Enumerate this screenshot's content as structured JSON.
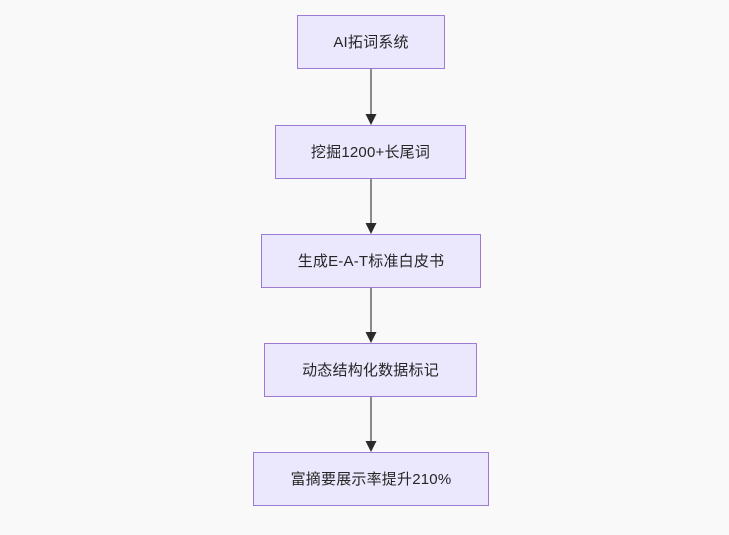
{
  "diagram": {
    "type": "flowchart",
    "direction": "top-to-bottom",
    "background_color": "#f9f9f9",
    "node_fill_color": "#ebe8fd",
    "node_border_color": "#9d7ad4",
    "node_text_color": "#262626",
    "edge_color": "#8a8a8a",
    "arrowhead_color": "#2b2b2b",
    "nodes": [
      {
        "id": "n1",
        "label": "AI拓词系统"
      },
      {
        "id": "n2",
        "label": "挖掘1200+长尾词"
      },
      {
        "id": "n3",
        "label": "生成E-A-T标准白皮书"
      },
      {
        "id": "n4",
        "label": "动态结构化数据标记"
      },
      {
        "id": "n5",
        "label": "富摘要展示率提升210%"
      }
    ],
    "edges": [
      {
        "id": "e1",
        "from": "n1",
        "to": "n2",
        "label": ""
      },
      {
        "id": "e2",
        "from": "n2",
        "to": "n3",
        "label": ""
      },
      {
        "id": "e3",
        "from": "n3",
        "to": "n4",
        "label": ""
      },
      {
        "id": "e4",
        "from": "n4",
        "to": "n5",
        "label": ""
      }
    ]
  }
}
